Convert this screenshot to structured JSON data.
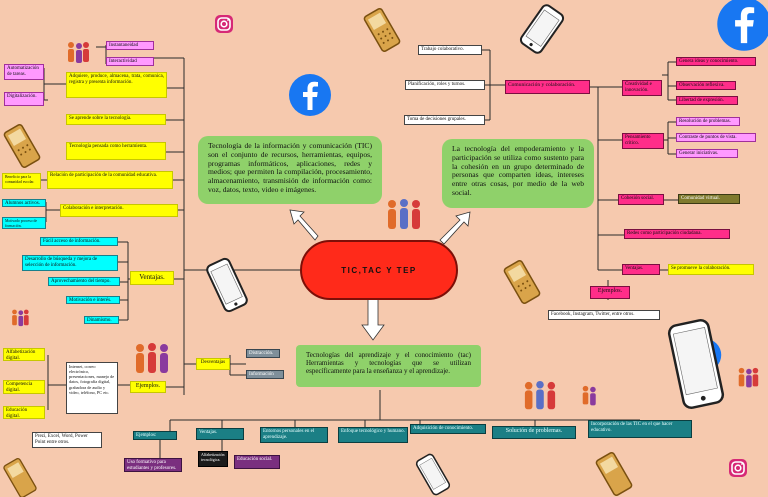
{
  "center": {
    "title": "TIC,TAC Y TEP"
  },
  "tic": {
    "definition": "Tecnología de la información y comunicación (TIC) son el conjunto de recursos, herramientas, equipos, programas informáticos, aplicaciones, redes y medios; que permiten la compilación, procesamiento, almacenamiento, transmisión de información como: voz, datos, texto, video e imágenes.",
    "left_nodes": [
      "Automatización de tareas.",
      "Digitalización.",
      "Instantaneidad",
      "Interactividad",
      "Adquiere, produce, almacena, trata, comunica, registra y presenta información.",
      "Se aprende sobre la tecnología.",
      "Tecnología pensada como herramienta.",
      "Relación de participación de la comunidad educativa.",
      "Beneficio para la comunidad escolar.",
      "Colaboración e interpretación.",
      "Alumnos activos.",
      "Motivado proceso de formación."
    ],
    "ventajas": {
      "label": "Ventajas.",
      "items": [
        "Fácil acceso de información.",
        "Desarrollo de búsqueda y mejora de selección de información.",
        "Aprovechamiento del tiempo.",
        "Motivación e interés.",
        "Dinamismo."
      ]
    },
    "desventajas": {
      "label": "Desventajas",
      "items": [
        "Distracción.",
        "Información falsa."
      ]
    },
    "ejemplos": {
      "label": "Ejemplos.",
      "items": [
        "Alfabetización digital.",
        "Competencia digital.",
        "Educación digital."
      ],
      "text": "Internet, correo electrónico, presentaciones, manejo de datos, fotografía digital, grabadora de audio y video, teléfono, PC etc."
    }
  },
  "tep": {
    "definition": "La tecnología del empoderamiento y la participación se utiliza como sustento para la cohesión en un grupo determinado de personas que comparten ideas, intereses entre otras cosas, por medio de la web social.",
    "left_items": [
      "Trabajo colaborativo.",
      "Planificación, roles y turnos.",
      "Toma de decisiones grupales."
    ],
    "hub": "Comunicación y colaboración.",
    "creatividad": {
      "label": "Creatividad e innovación.",
      "items": [
        "Genera ideas y conocimiento.",
        "Observación reflexiva.",
        "Libertad de expresión."
      ]
    },
    "pensamiento": {
      "label": "Pensamiento crítico.",
      "items": [
        "Resolución de problemas.",
        "Contraste de puntos de vista.",
        "Generar iniciativas."
      ]
    },
    "cohesion": {
      "label": "Cohesión social.",
      "item": "Comunidad virtual."
    },
    "redes": "Redes como participación ciudadana.",
    "ventajas": {
      "label": "Ventajas.",
      "item": "Se promueve la colaboración."
    },
    "ejemplos": {
      "label": "Ejemplos.",
      "item": "Facebook, Instagram, Twitter, entre otros."
    }
  },
  "tac": {
    "definition": "Tecnologías del aprendizaje y el conocimiento (tac) Herramientas y tecnologías que se utilizan específicamente para la enseñanza y el aprendizaje.",
    "branches": [
      "Ejemplos:",
      "Ventajas.",
      "Entornos personales en el aprendizaje.",
      "Enfoque tecnológico y humano.",
      "Adquisición de conocimiento.",
      "Solución de problemas.",
      "Incorporación de las TIC en el que hacer educativo."
    ],
    "examples_text": "Prezi, Excel, Word, Power Point entre otros.",
    "ventajas_items": [
      "Uso formativo para estudiantes y profesores.",
      "Alfabetización tecnológica.",
      "Educación social."
    ]
  },
  "colors": {
    "background": "#f6c9ae",
    "center": "#ff2a1a",
    "bubble": "#8fd16a",
    "facebook": "#1877f2"
  },
  "decorations": {
    "icons": [
      "facebook-icon",
      "instagram-icon",
      "phone-icon",
      "people-icon"
    ]
  }
}
